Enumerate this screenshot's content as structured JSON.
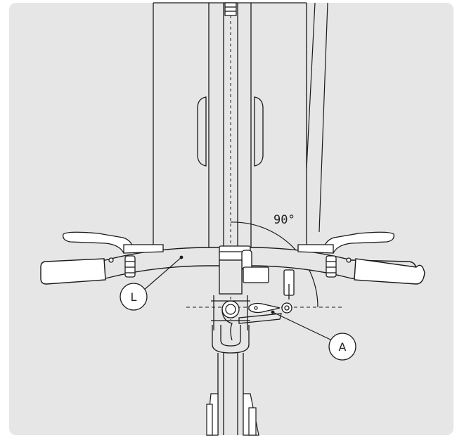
{
  "figure": {
    "angle_label": "90°",
    "callout_left": "L",
    "callout_right": "A"
  },
  "colors": {
    "panel_background": "#e6e6e6",
    "line": "#1a1a1a",
    "fill_light": "#ffffff"
  }
}
